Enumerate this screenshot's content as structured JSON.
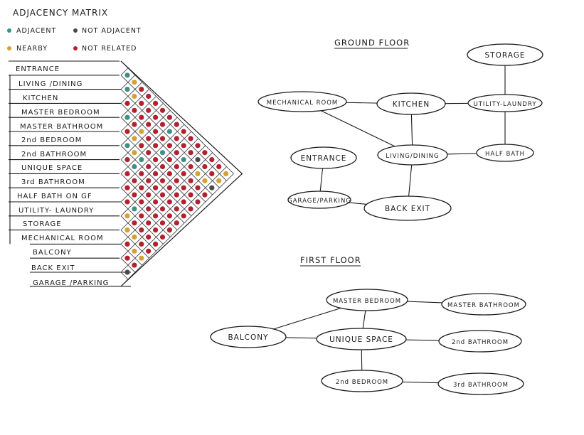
{
  "title": "ADJACENCY MATRIX",
  "legend": [
    {
      "label": "ADJACENT",
      "color": "#3f8f8a"
    },
    {
      "label": "NOT ADJACENT",
      "color": "#4a4a4a"
    },
    {
      "label": "NEARBY",
      "color": "#d4a134"
    },
    {
      "label": "NOT RELATED",
      "color": "#b3202e"
    }
  ],
  "rows": [
    "ENTRANCE",
    "LIVING /DINING",
    "KITCHEN",
    "MASTER BEDROOM",
    "MASTER BATHROOM",
    "2nd BEDROOM",
    "2nd BATHROOM",
    "UNIQUE SPACE",
    "3rd BATHROOM",
    "HALF BATH ON GF",
    "UTILITY- LAUNDRY",
    "STORAGE",
    "MECHANICAL ROOM",
    "BALCONY",
    "BACK EXIT",
    "GARAGE /PARKING"
  ],
  "ground_floor": {
    "title": "GROUND FLOOR",
    "nodes": [
      {
        "id": "storage",
        "label": "STORAGE"
      },
      {
        "id": "mechanical",
        "label": "MECHANICAL ROOM"
      },
      {
        "id": "kitchen",
        "label": "KITCHEN"
      },
      {
        "id": "utility",
        "label": "UTILITY-LAUNDRY"
      },
      {
        "id": "entrance",
        "label": "ENTRANCE"
      },
      {
        "id": "living",
        "label": "LIVING/DINING"
      },
      {
        "id": "halfbath",
        "label": "HALF BATH"
      },
      {
        "id": "garage",
        "label": "GARAGE/PARKING"
      },
      {
        "id": "backexit",
        "label": "BACK EXIT"
      }
    ],
    "edges": [
      [
        "storage",
        "utility"
      ],
      [
        "mechanical",
        "kitchen"
      ],
      [
        "kitchen",
        "utility"
      ],
      [
        "mechanical",
        "living"
      ],
      [
        "kitchen",
        "living"
      ],
      [
        "utility",
        "halfbath"
      ],
      [
        "living",
        "halfbath"
      ],
      [
        "entrance",
        "garage"
      ],
      [
        "garage",
        "backexit"
      ],
      [
        "living",
        "backexit"
      ]
    ]
  },
  "first_floor": {
    "title": "FIRST FLOOR",
    "nodes": [
      {
        "id": "masterbed",
        "label": "MASTER BEDROOM"
      },
      {
        "id": "masterbath",
        "label": "MASTER BATHROOM"
      },
      {
        "id": "balcony",
        "label": "BALCONY"
      },
      {
        "id": "unique",
        "label": "UNIQUE SPACE"
      },
      {
        "id": "bath2",
        "label": "2nd BATHROOM"
      },
      {
        "id": "bed2",
        "label": "2nd BEDROOM"
      },
      {
        "id": "bath3",
        "label": "3rd BATHROOM"
      }
    ],
    "edges": [
      [
        "masterbed",
        "masterbath"
      ],
      [
        "balcony",
        "masterbed"
      ],
      [
        "balcony",
        "unique"
      ],
      [
        "masterbed",
        "unique"
      ],
      [
        "unique",
        "bath2"
      ],
      [
        "unique",
        "bed2"
      ],
      [
        "bed2",
        "bath3"
      ]
    ]
  }
}
